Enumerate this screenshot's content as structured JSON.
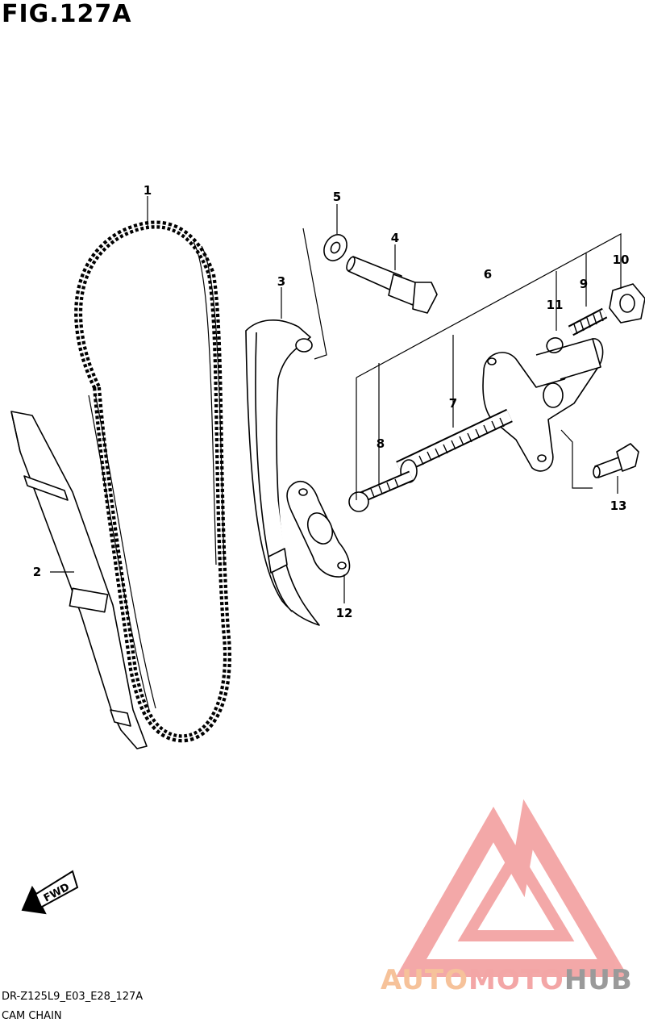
{
  "figure": {
    "title": "FIG.127A",
    "code": "DR-Z125L9_E03_E28_127A",
    "caption": "CAM CHAIN"
  },
  "callouts": [
    "1",
    "2",
    "3",
    "4",
    "5",
    "6",
    "7",
    "8",
    "9",
    "10",
    "11",
    "12",
    "13"
  ],
  "fwd_label": "FWD",
  "watermark": {
    "part1": "AUTO",
    "part2": "MOTO",
    "part3": "HUB",
    "colors": {
      "part1": "#f6c29a",
      "part2": "#f3a6a6",
      "part3": "#9a9a9a",
      "triangle": "#f08c8c"
    }
  }
}
